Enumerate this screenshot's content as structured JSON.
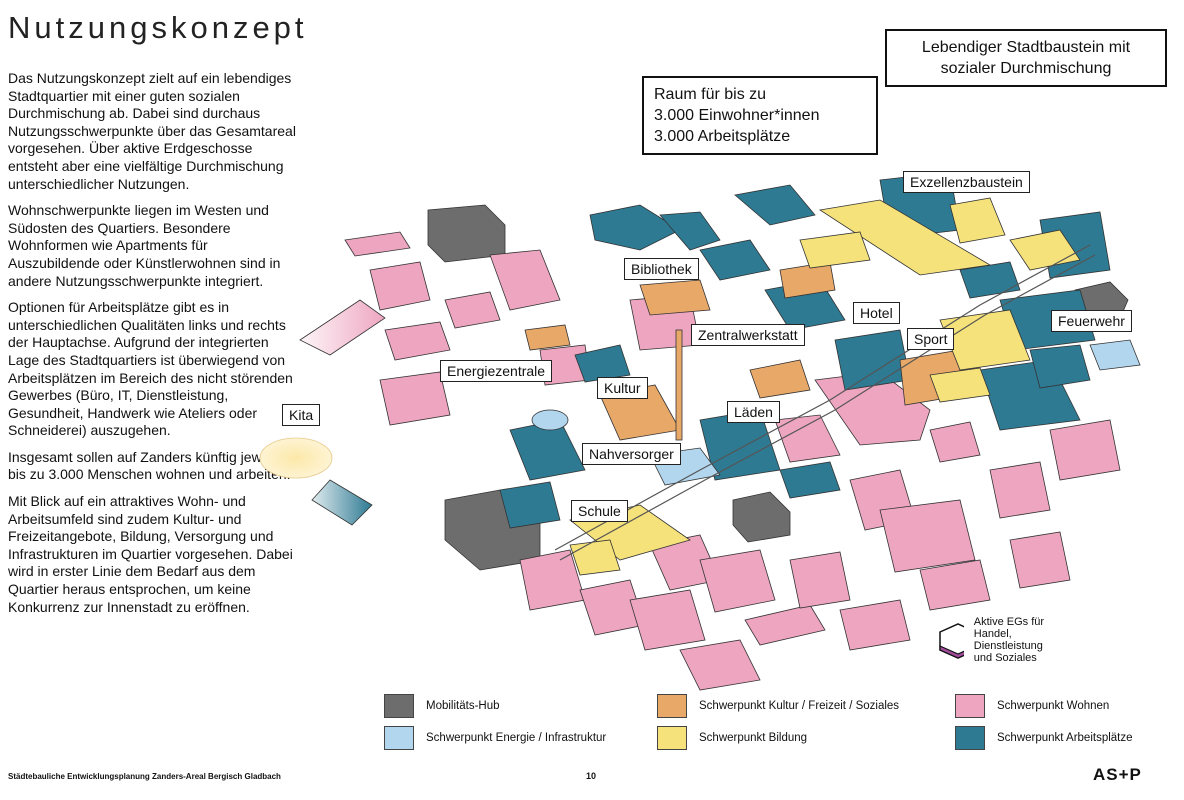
{
  "title": "Nutzungskonzept",
  "paragraphs": [
    "Das Nutzungskonzept zielt auf ein lebendiges Stadtquartier mit einer guten sozialen Durchmischung ab. Dabei sind durchaus Nutzungsschwerpunkte über das Gesamtareal vorgesehen. Über aktive Erdgeschosse entsteht aber eine vielfältige Durchmischung unterschiedlicher Nutzungen.",
    "Wohnschwerpunkte liegen im Westen und Südosten des Quartiers. Besondere Wohnformen wie Apartments für Auszubildende oder Künstlerwohnen sind in andere Nutzungsschwerpunkte integriert.",
    "Optionen für Arbeitsplätze gibt es in unterschiedlichen Qualitäten links und rechts der Hauptachse. Aufgrund der integrierten Lage des Stadtquartiers ist überwiegend von Arbeitsplätzen im Bereich des nicht störenden Gewerbes (Büro, IT, Dienstleistung, Gesundheit, Handwerk wie Ateliers oder Schneiderei) auszugehen.",
    "Insgesamt sollen auf Zanders künftig jeweils bis zu 3.000 Menschen wohnen und arbeiten.",
    "Mit Blick auf ein attraktives Wohn- und Arbeitsumfeld sind zudem Kultur- und Freizeitangebote, Bildung, Versorgung und Infrastrukturen im Quartier vorgesehen. Dabei wird in erster Linie dem Bedarf aus dem Quartier heraus entsprochen, um keine Konkurrenz zur Innenstadt zu eröffnen."
  ],
  "callouts": {
    "capacity": [
      "Raum für bis zu",
      "3.000 Einwohner*innen",
      "3.000 Arbeitsplätze"
    ],
    "mix": [
      "Lebendiger Stadtbaustein mit",
      "sozialer Durchmischung"
    ]
  },
  "labels": {
    "kita": "Kita",
    "energiezentrale": "Energiezentrale",
    "bibliothek": "Bibliothek",
    "kultur": "Kultur",
    "zentralwerkstatt": "Zentralwerkstatt",
    "hotel": "Hotel",
    "sport": "Sport",
    "exzellenzbaustein": "Exzellenzbaustein",
    "feuerwehr": "Feuerwehr",
    "laeden": "Läden",
    "nahversorger": "Nahversorger",
    "schule": "Schule"
  },
  "legend": {
    "active_eg": "Aktive EGs für Handel,\nDienstleistung und Soziales",
    "items": [
      {
        "label": "Mobilitäts-Hub",
        "color": "#6d6d6d"
      },
      {
        "label": "Schwerpunkt Kultur / Freizeit / Soziales",
        "color": "#e8a868"
      },
      {
        "label": "Schwerpunkt Wohnen",
        "color": "#eea6c0"
      },
      {
        "label": "Schwerpunkt Energie / Infrastruktur",
        "color": "#b3d6ef"
      },
      {
        "label": "Schwerpunkt Bildung",
        "color": "#f6e27a"
      },
      {
        "label": "Schwerpunkt Arbeitsplätze",
        "color": "#2e7a93"
      }
    ]
  },
  "footer": {
    "project": "Städtebauliche Entwicklungsplanung Zanders-Areal Bergisch Gladbach",
    "page": "10",
    "logo": "AS+P"
  }
}
